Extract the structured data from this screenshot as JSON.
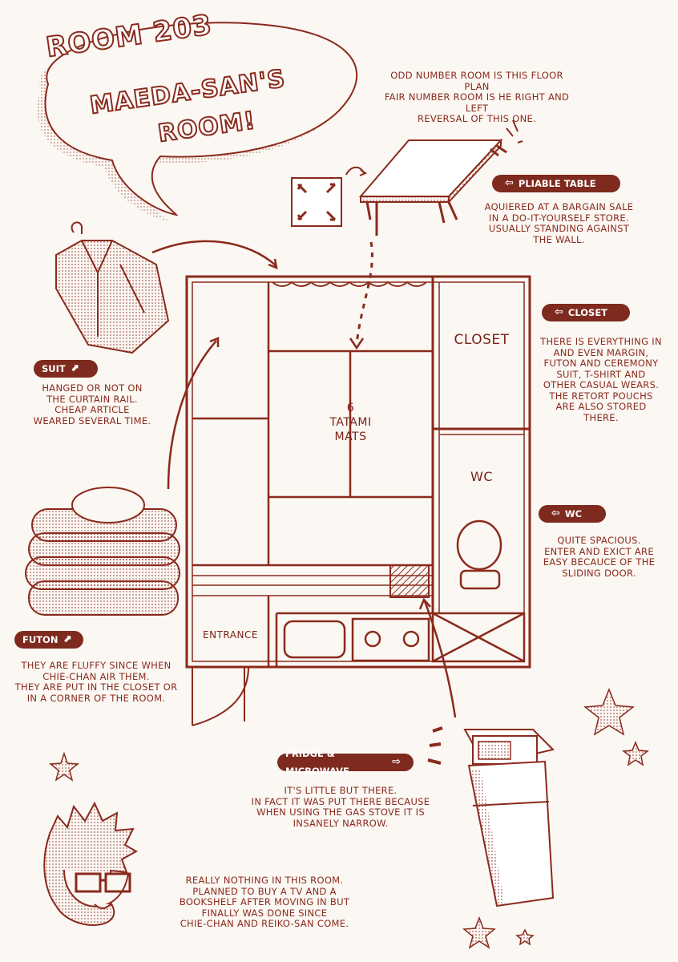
{
  "title": {
    "line1": "ROOM 203",
    "line2": "MAEDA-SAN'S",
    "line3": "ROOM!"
  },
  "intro_note": "ODD NUMBER ROOM IS THIS FLOOR PLAN\nFAIR NUMBER ROOM IS HE RIGHT AND LEFT\nREVERSAL OF THIS ONE.",
  "labels": {
    "pliable_table": "PLIABLE TABLE",
    "closet": "CLOSET",
    "suit": "SUIT",
    "wc": "WC",
    "futon": "FUTON",
    "fridge": "FRIDGE & MICROWAVE"
  },
  "notes": {
    "pliable_table": "AQUIERED AT A BARGAIN SALE\nIN A DO-IT-YOURSELF STORE.\nUSUALLY STANDING AGAINST\nTHE WALL.",
    "closet": "THERE IS EVERYTHING IN\nAND EVEN MARGIN,\nFUTON AND CEREMONY\nSUIT, T-SHIRT AND\nOTHER CASUAL WEARS.\nTHE RETORT POUCHS\nARE ALSO STORED\nTHERE.",
    "suit": "HANGED OR NOT ON\nTHE CURTAIN RAIL.\nCHEAP ARTICLE\nWEARED SEVERAL TIME.",
    "wc": "QUITE SPACIOUS.\nENTER AND EXICT ARE\nEASY BECAUCE OF THE\nSLIDING DOOR.",
    "futon": "THEY ARE FLUFFY SINCE WHEN\nCHIE-CHAN AIR THEM.\nTHEY ARE PUT IN THE CLOSET OR\nIN A CORNER OF THE ROOM.",
    "fridge": "IT'S LITTLE BUT THERE.\nIN FACT IT WAS PUT THERE BECAUSE\nWHEN USING THE GAS STOVE IT IS\nINSANELY NARROW.",
    "bottom": "REALLY NOTHING IN THIS ROOM.\nPLANNED TO BUY A TV AND A\nBOOKSHELF AFTER MOVING IN BUT\nFINALLY WAS DONE SINCE\nCHIE-CHAN AND REIKO-SAN COME."
  },
  "plan": {
    "closet": "CLOSET",
    "tatami": "6\nTATAMI\nMATS",
    "wc": "WC",
    "entrance": "ENTRANCE"
  },
  "colors": {
    "ink": "#8a2a1c",
    "tag_bg": "#7e2a1e",
    "paper": "#fbf7f3"
  }
}
